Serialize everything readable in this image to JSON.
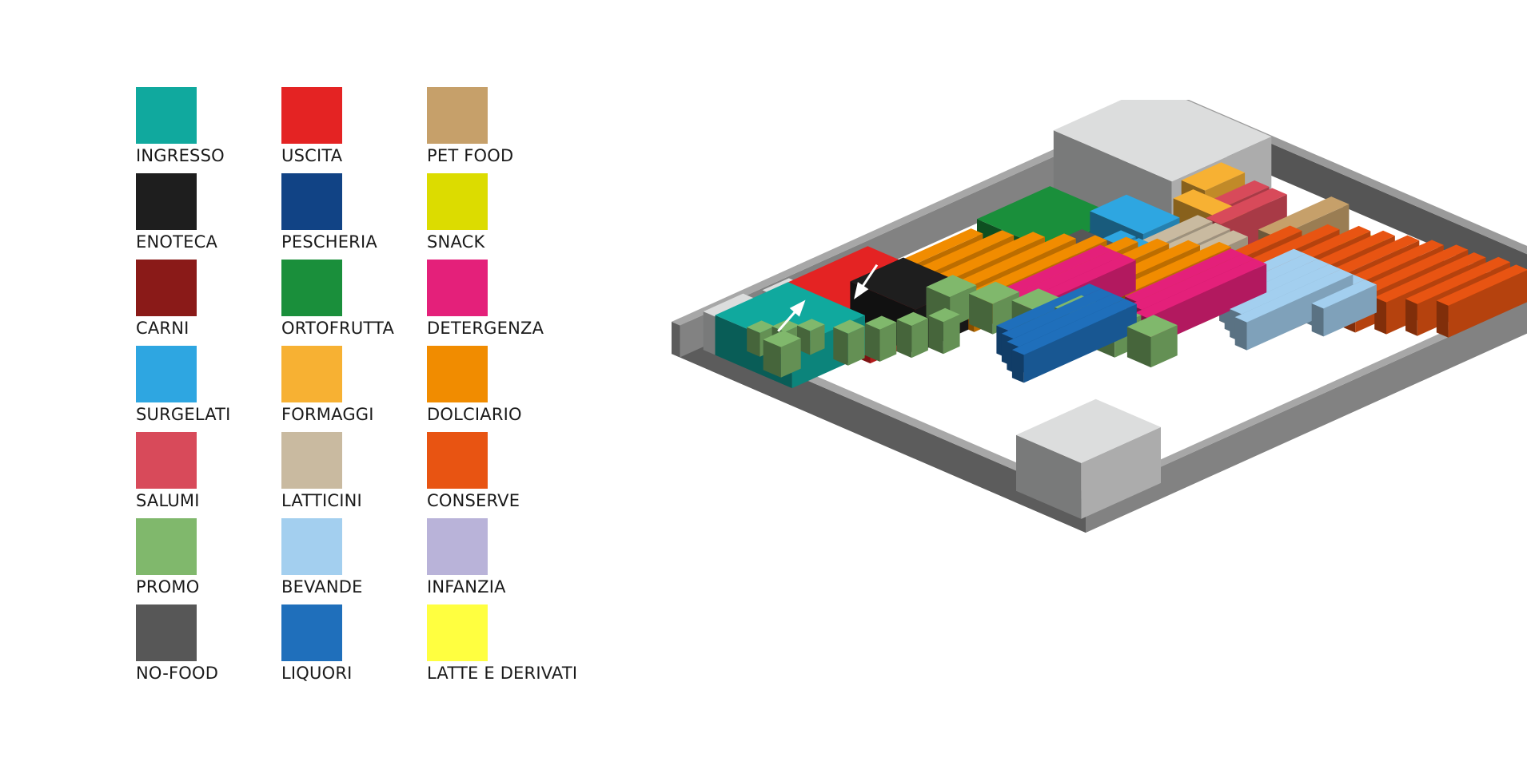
{
  "legend": [
    {
      "label": "INGRESSO",
      "color": "#10a99e"
    },
    {
      "label": "ENOTECA",
      "color": "#1e1e1e"
    },
    {
      "label": "CARNI",
      "color": "#8a1a18"
    },
    {
      "label": "SURGELATI",
      "color": "#2ea6e1"
    },
    {
      "label": "SALUMI",
      "color": "#d84a5a"
    },
    {
      "label": "PROMO",
      "color": "#80b86c"
    },
    {
      "label": "NO-FOOD",
      "color": "#575757"
    },
    {
      "label": "USCITA",
      "color": "#e42323"
    },
    {
      "label": "PESCHERIA",
      "color": "#114385"
    },
    {
      "label": "ORTOFRUTTA",
      "color": "#1a8f3b"
    },
    {
      "label": "FORMAGGI",
      "color": "#f7b133"
    },
    {
      "label": "LATTICINI",
      "color": "#c9baa0"
    },
    {
      "label": "BEVANDE",
      "color": "#a3cfef"
    },
    {
      "label": "LIQUORI",
      "color": "#1f6fbb"
    },
    {
      "label": "PET FOOD",
      "color": "#c6a06a"
    },
    {
      "label": "SNACK",
      "color": "#dcdc00"
    },
    {
      "label": "DETERGENZA",
      "color": "#e4207a"
    },
    {
      "label": "DOLCIARIO",
      "color": "#f18c00"
    },
    {
      "label": "CONSERVE",
      "color": "#e85412"
    },
    {
      "label": "INFANZIA",
      "color": "#b9b3d9"
    },
    {
      "label": "LATTE E DERIVATI",
      "color": "#ffff40"
    }
  ]
}
